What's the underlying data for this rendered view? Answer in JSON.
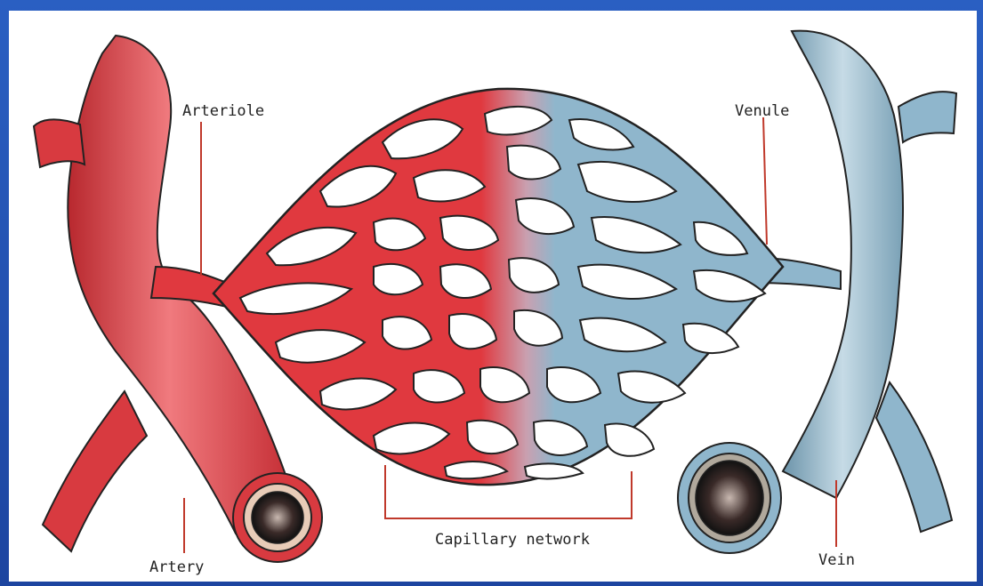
{
  "labels": {
    "arteriole": "Arteriole",
    "venule": "Venule",
    "artery": "Artery",
    "vein": "Vein",
    "capillary_network": "Capillary network"
  },
  "colors": {
    "frame_blue": "#1f4aa6",
    "arterial_red": "#e0393f",
    "arterial_dark": "#a8242a",
    "venous_blue": "#8fb6cc",
    "venous_dark": "#4d7488",
    "leader_line": "#c0392b",
    "background": "#ffffff"
  }
}
